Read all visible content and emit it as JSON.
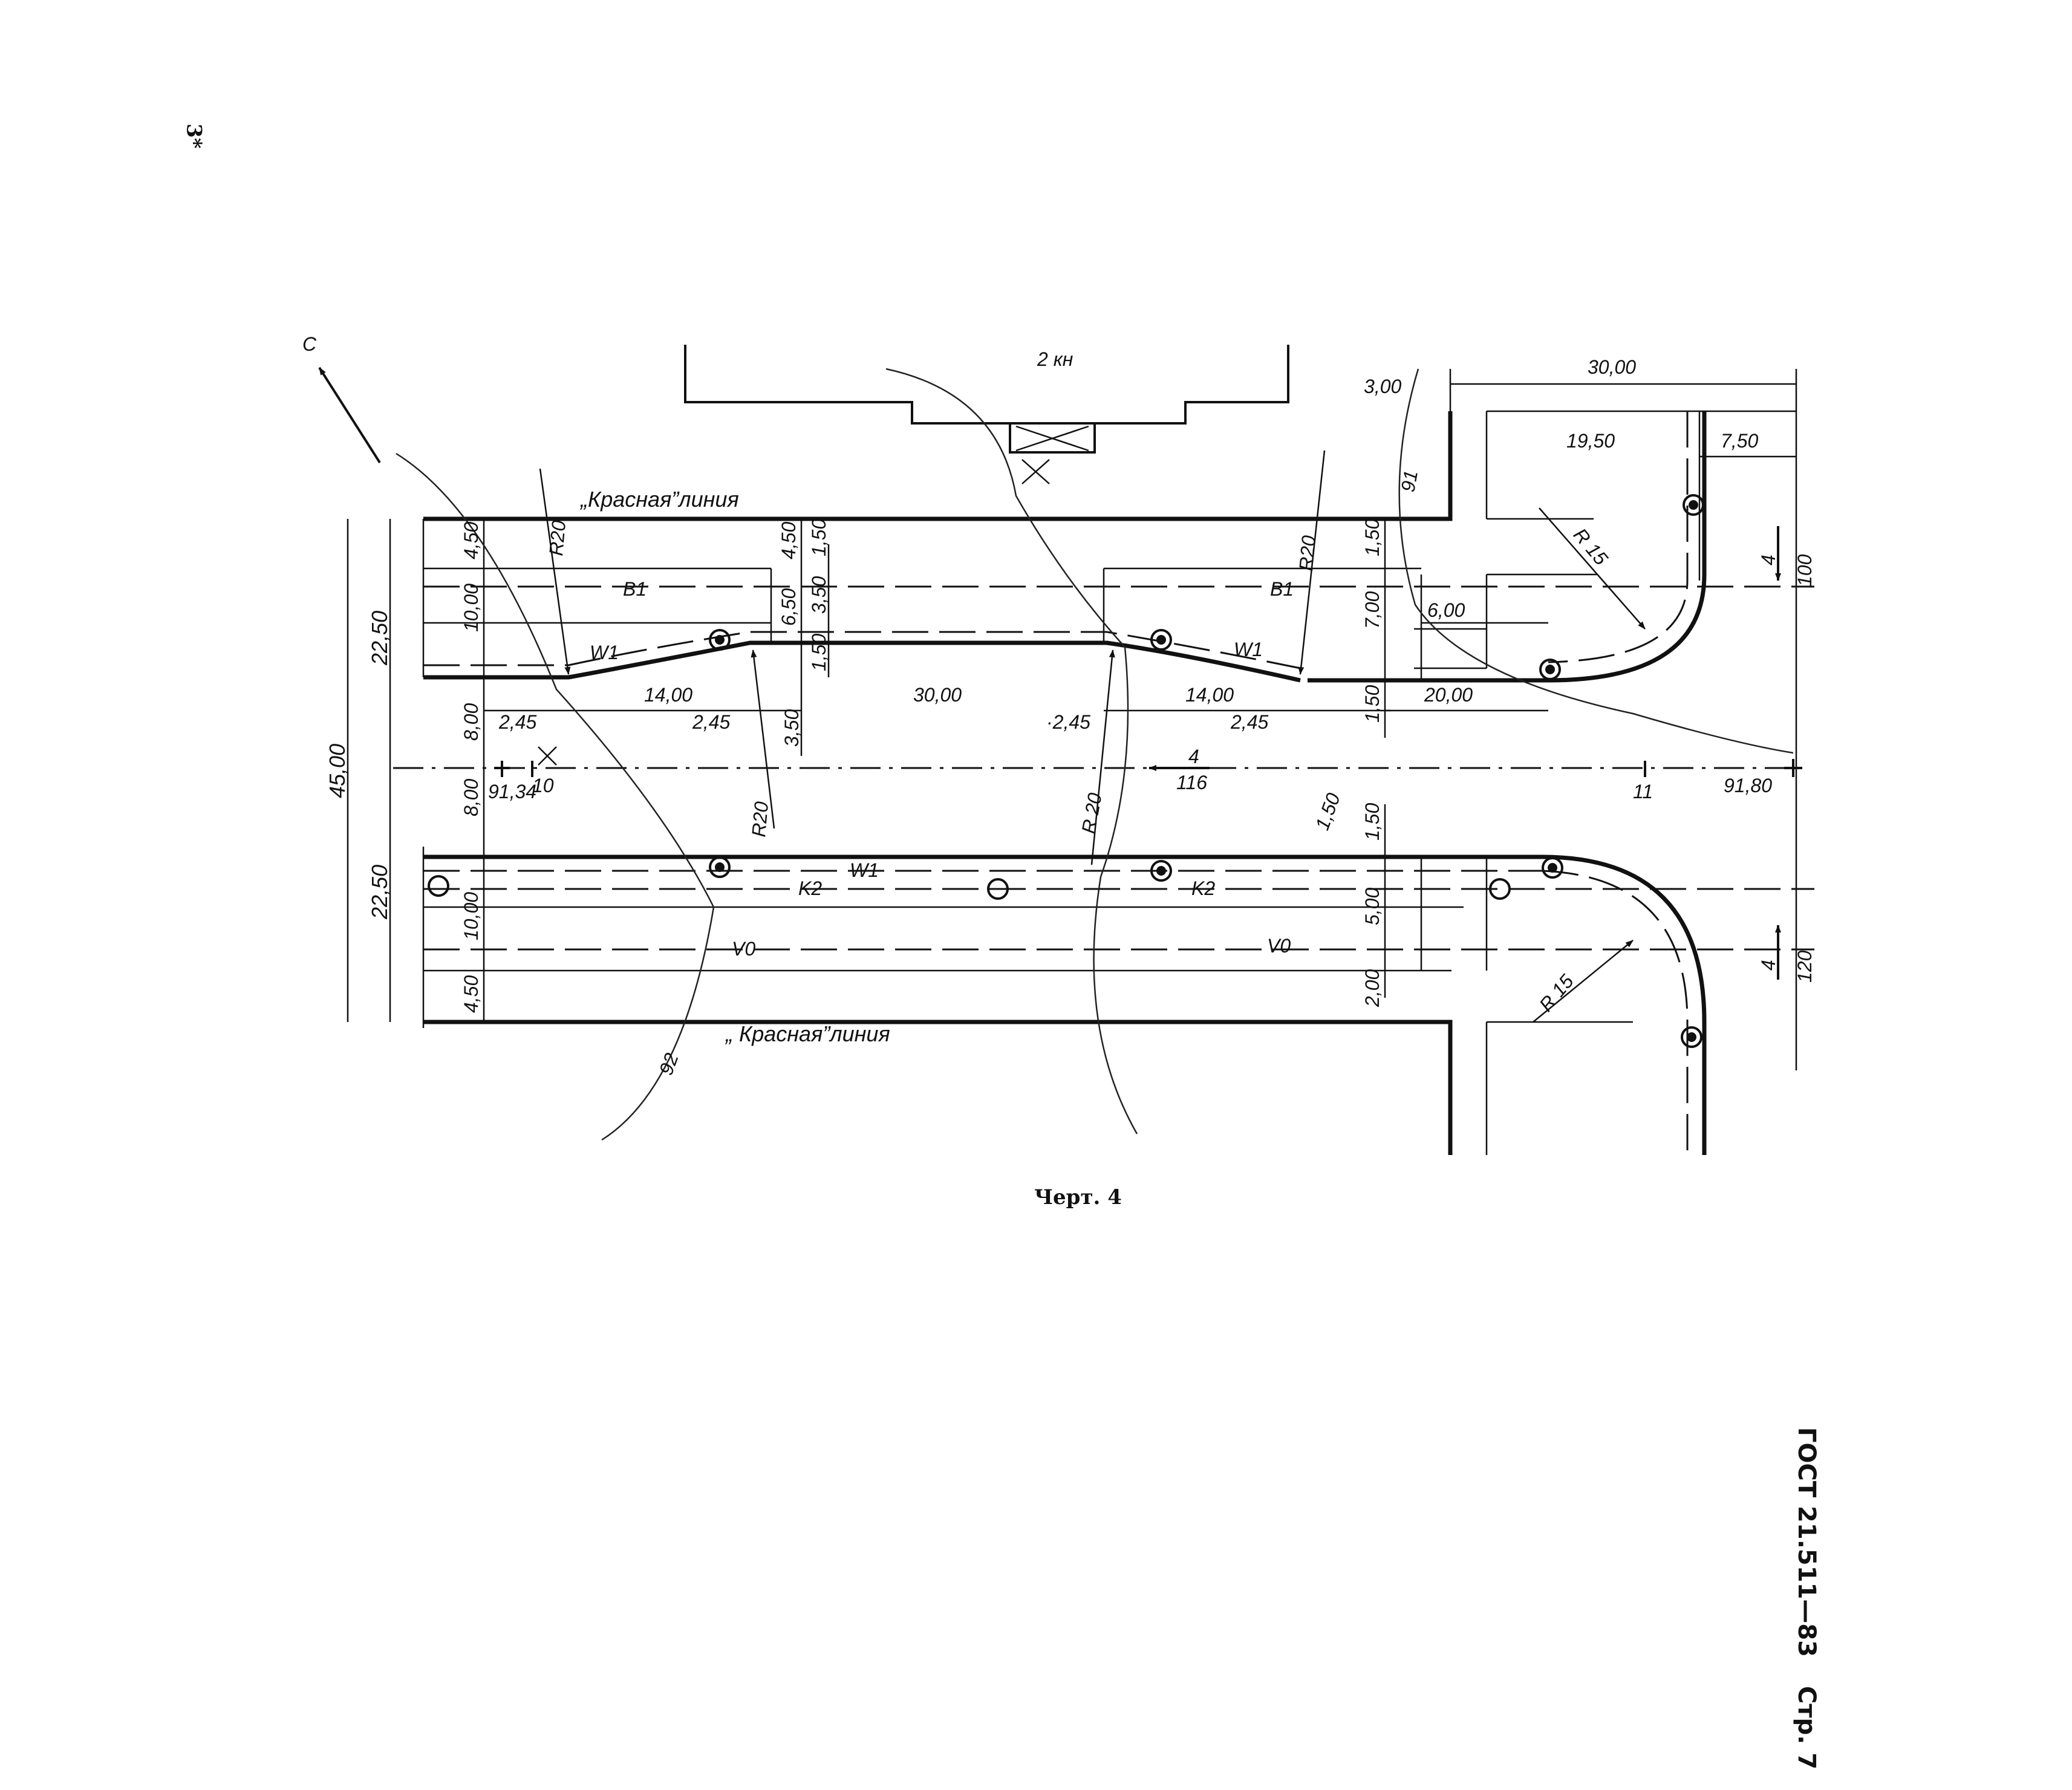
{
  "page": {
    "corner_mark": "3*",
    "caption": "Черт. 4",
    "standard": "ГОСТ 21.511—83",
    "page_label": "Стр. 7"
  },
  "building": {
    "label": "2 кн"
  },
  "street_labels": {
    "red_line_top": "„Красная”линия",
    "red_line_bottom": "„ Красная”линия",
    "north": "С"
  },
  "networks": {
    "B1_left": "B1",
    "B1_right": "B1",
    "W1_top_left": "W1",
    "W1_top_right": "W1",
    "W1_bottom": "W1",
    "K2_left": "K2",
    "K2_right": "K2",
    "V0_left": "V0",
    "V0_right": "V0"
  },
  "dimensions": {
    "total_width": "45,00",
    "half_top": "22,50",
    "half_bottom": "22,50",
    "top_4_50_left": "4,50",
    "top_10_00_left": "10,00",
    "top_8_00_left": "8,00",
    "bot_8_00_left": "8,00",
    "bot_10_00_left": "10,00",
    "bot_4_50_left": "4,50",
    "top_4_50_mid": "4,50",
    "mid_6_50": "6,50",
    "mid_1_50_a": "1,50",
    "mid_3_50_a": "3,50",
    "mid_1_50_b": "1,50",
    "mid_3_50_b": "3,50",
    "right_1_50_a": "1,50",
    "right_7_00": "7,00",
    "right_1_50_b": "1,50",
    "right_6_00": "6,00",
    "right_20_00": "20,00",
    "seg_14_00_left": "14,00",
    "seg_30_00": "30,00",
    "seg_14_00_right": "14,00",
    "off_2_45_a": "2,45",
    "off_2_45_b": "2,45",
    "off_2_45_c": "·2,45",
    "off_2_45_d": "2,45",
    "r20_a": "R20",
    "r20_b": "R20",
    "r20_c": "R20",
    "r20_d": "R 20",
    "r15_a": "R 15",
    "r15_b": "R 15",
    "top_right_30_00": "30,00",
    "top_right_3_00": "3,00",
    "top_right_19_50": "19,50",
    "top_right_7_50": "7,50",
    "bot_right_1_50_a": "1,50",
    "bot_right_1_50_b": "1,50",
    "bot_right_5_00": "5,00",
    "bot_right_2_00": "2,00"
  },
  "axis": {
    "pk_left": "91,34",
    "pk_10": "10",
    "pk_11": "11",
    "pk_right": "91,80",
    "slope_mid": "4",
    "slope_mid_len": "116",
    "slope_right_top": "4",
    "slope_right_top_len": "100",
    "slope_right_bot": "4",
    "slope_right_bot_len": "120"
  },
  "contours": {
    "c91": "91",
    "c92": "92"
  }
}
